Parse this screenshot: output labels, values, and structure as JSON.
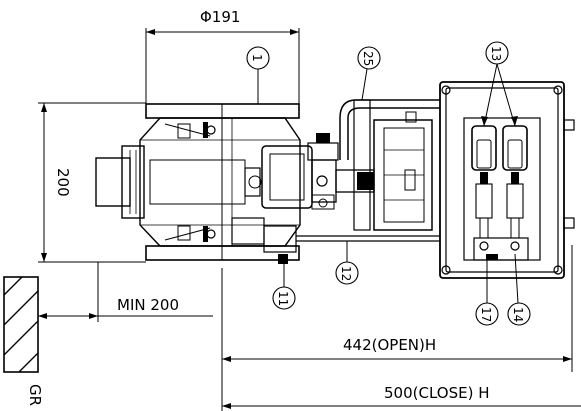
{
  "dimensions": {
    "diameter": "Φ191",
    "height": "200",
    "min_clearance": "MIN 200",
    "open_length": "442(OPEN)H",
    "close_length": "500(CLOSE) H"
  },
  "callouts": {
    "c1": "1",
    "c11": "11",
    "c12": "12",
    "c13": "13",
    "c14": "14",
    "c17": "17",
    "c25": "25"
  },
  "ground_label": "GR"
}
